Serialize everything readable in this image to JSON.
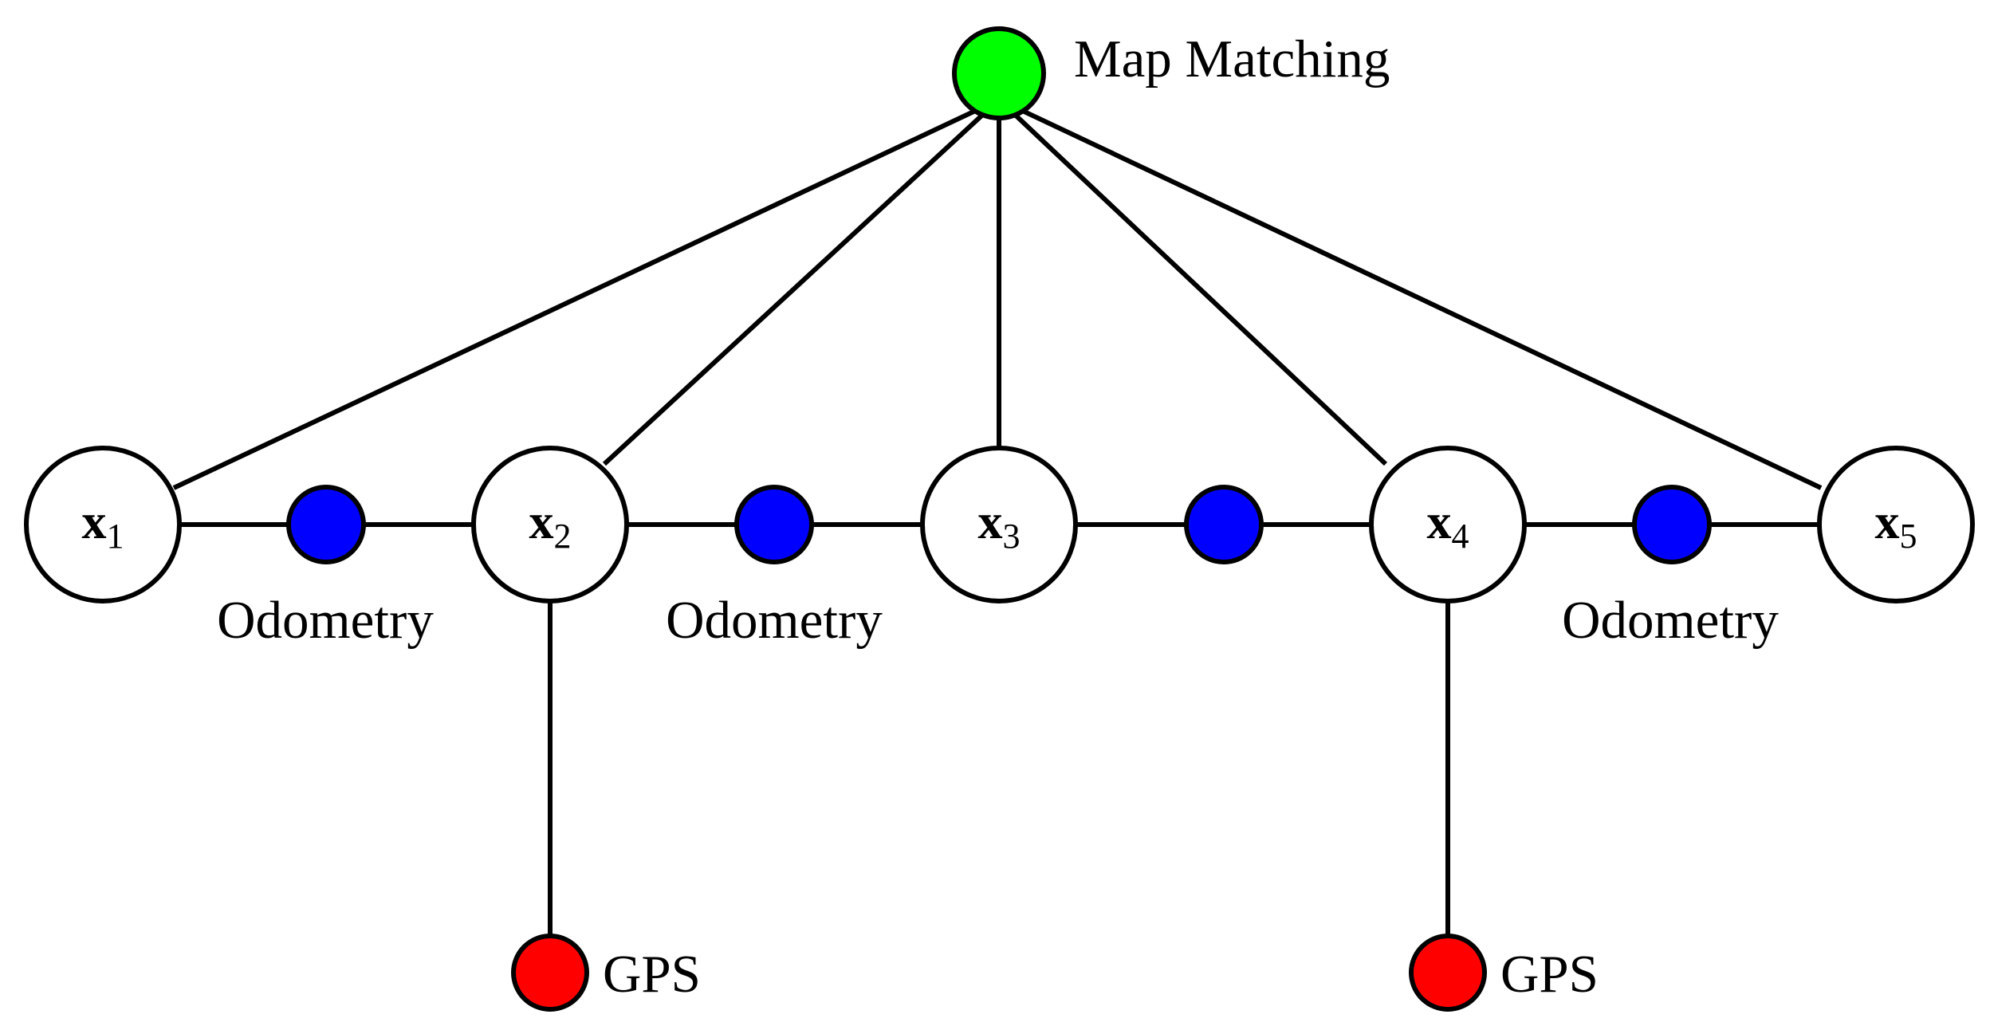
{
  "diagram": {
    "type": "factor-graph",
    "colors": {
      "edge": "#000000",
      "variable_fill": "#ffffff",
      "odometry_factor": "#0000ff",
      "gps_factor": "#ff0000",
      "map_matching_factor": "#00ff00"
    },
    "variables": [
      {
        "id": "x1",
        "symbol": "x",
        "subscript": "1"
      },
      {
        "id": "x2",
        "symbol": "x",
        "subscript": "2"
      },
      {
        "id": "x3",
        "symbol": "x",
        "subscript": "3"
      },
      {
        "id": "x4",
        "symbol": "x",
        "subscript": "4"
      },
      {
        "id": "x5",
        "symbol": "x",
        "subscript": "5"
      }
    ],
    "factors": {
      "map_matching": {
        "label": "Map Matching",
        "connects": [
          "x1",
          "x2",
          "x3",
          "x4",
          "x5"
        ]
      },
      "odometry": [
        {
          "between": [
            "x1",
            "x2"
          ],
          "label": "Odometry"
        },
        {
          "between": [
            "x2",
            "x3"
          ],
          "label": "Odometry"
        },
        {
          "between": [
            "x3",
            "x4"
          ],
          "label": ""
        },
        {
          "between": [
            "x4",
            "x5"
          ],
          "label": "Odometry"
        }
      ],
      "gps": [
        {
          "attached_to": "x2",
          "label": "GPS"
        },
        {
          "attached_to": "x4",
          "label": "GPS"
        }
      ]
    }
  }
}
